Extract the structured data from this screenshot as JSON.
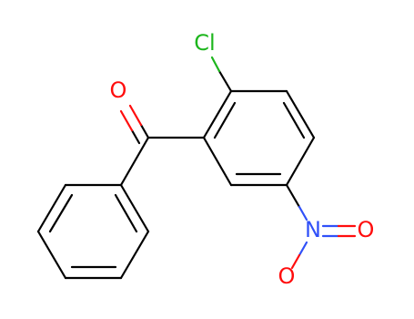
{
  "molecule": {
    "atoms": {
      "chlorine": {
        "label": "Cl",
        "color": "#1db61d"
      },
      "carbonyl_oxygen": {
        "label": "O",
        "color": "#ff0d0d"
      },
      "nitro_nitrogen": {
        "label": "N",
        "color": "#3050f8"
      },
      "nitro_oxygen_right": {
        "label": "O",
        "color": "#ff0d0d"
      },
      "nitro_oxygen_bottom": {
        "label": "O",
        "color": "#ff0d0d"
      }
    },
    "bond_color": "#000000"
  }
}
